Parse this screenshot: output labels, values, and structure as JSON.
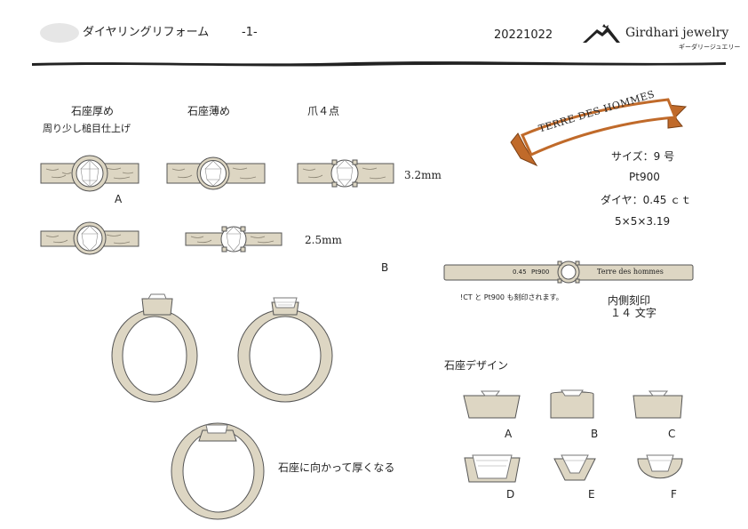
{
  "header": {
    "title": "ダイヤリングリフォーム",
    "page_no": "-1-",
    "date": "20221022",
    "brand": "Girdhari jewelry",
    "brand_sub": "ギーダリージュエリー"
  },
  "columns": [
    {
      "label": "石座厚め",
      "note": "周り少し槌目仕上げ"
    },
    {
      "label": "石座薄め"
    },
    {
      "label": "爪４点"
    }
  ],
  "labels": {
    "A": "A",
    "B": "B",
    "width_32": "3.2mm",
    "width_25": "2.5mm",
    "thicker_note": "石座に向かって厚くなる"
  },
  "banner": "TERRE DES HOMMES",
  "specs": {
    "size": "サイズ：9 号",
    "metal": "Pt900",
    "diamond": "ダイヤ：0.45 ｃｔ",
    "dims": "5×5×3.19"
  },
  "engraving": {
    "left1": "0.45",
    "left2": "Pt900",
    "right": "Terre des hommes",
    "note": "!CT と Pt900 も刻印されます。",
    "title": "内側刻印",
    "count": "１４ 文字"
  },
  "setting": {
    "title": "石座デザイン",
    "options": [
      "A",
      "B",
      "C",
      "D",
      "E",
      "F"
    ]
  },
  "colors": {
    "metal": "#ddd6c3",
    "outline": "#555555",
    "banner": "#c06a2a",
    "banner_text": "#222222",
    "rule": "#222222"
  }
}
